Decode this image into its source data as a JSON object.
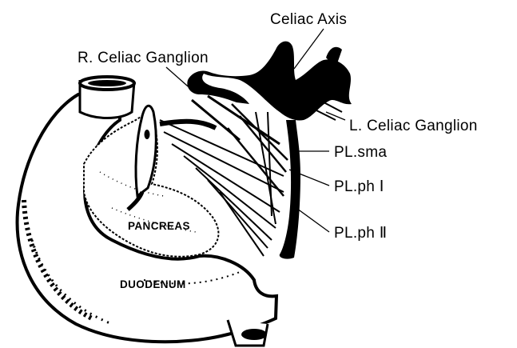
{
  "labels": {
    "celiac_axis": "Celiac Axis",
    "r_celiac_ganglion": "R. Celiac Ganglion",
    "l_celiac_ganglion": "L. Celiac Ganglion",
    "pl_sma": "PL.sma",
    "pl_ph_1": "PL.ph Ⅰ",
    "pl_ph_2": "PL.ph Ⅱ",
    "pancreas": "PANCREAS",
    "duodenum": "DUODENUM"
  },
  "colors": {
    "ink": "#000000",
    "paper": "#ffffff"
  }
}
